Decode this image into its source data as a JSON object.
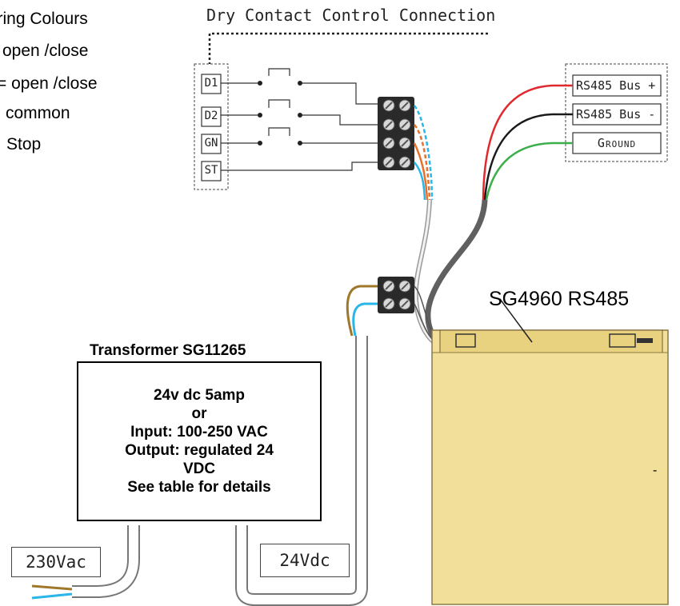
{
  "legend": {
    "lines": [
      "Wiring Colours",
      "open /close",
      "= open /close",
      "common",
      "Stop"
    ]
  },
  "dry_contact": {
    "title": "Dry Contact Control Connection",
    "terminals": [
      "D1",
      "D2",
      "GN",
      "ST"
    ]
  },
  "rs485": {
    "labels": [
      "RS485 Bus +",
      "RS485 Bus -",
      "Ground"
    ],
    "wire_colors": [
      "#e0282d",
      "#1a1a1a",
      "#3cae4a"
    ]
  },
  "dry_contact_wire_colors": [
    "#ffffff",
    "#2ab6e8",
    "#e8702a",
    "#e8702a"
  ],
  "motor": {
    "label": "SG4960 RS485",
    "tick": "-",
    "body_color": "#f1df9a"
  },
  "transformer": {
    "title": "Transformer SG11265",
    "lines": [
      "24v dc 5amp",
      "or",
      "Input: 100-250 VAC",
      "Output: regulated 24",
      "VDC",
      "See table for details"
    ]
  },
  "supply": {
    "ac_label": "230Vac",
    "dc_label": "24Vdc"
  }
}
